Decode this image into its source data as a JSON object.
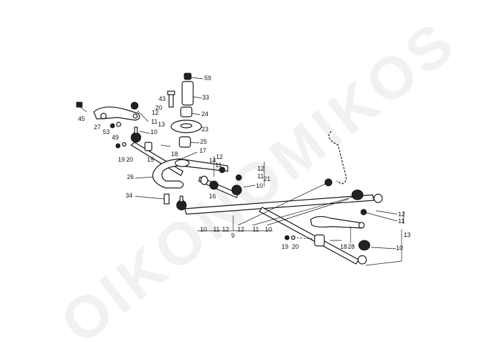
{
  "watermark": "OIKONOMIKOS",
  "labels": [
    "59",
    "33",
    "43",
    "20",
    "24",
    "45",
    "12",
    "11",
    "13",
    "23",
    "27",
    "53",
    "49",
    "10",
    "25",
    "18",
    "17",
    "19",
    "20",
    "15",
    "14",
    "12",
    "11",
    "12",
    "11",
    "21",
    "26",
    "10",
    "16",
    "34",
    "10",
    "11",
    "12",
    "12",
    "11",
    "10",
    "9",
    "12",
    "11",
    "13",
    "18",
    "28",
    "10",
    "19",
    "20"
  ]
}
